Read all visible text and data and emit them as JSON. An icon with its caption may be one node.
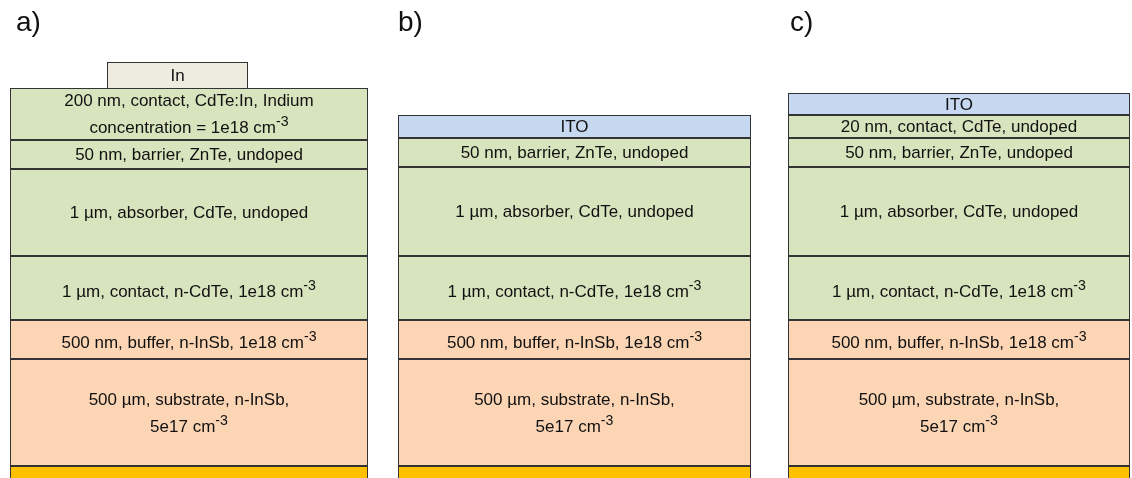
{
  "diagram": {
    "nodes": [
      {
        "text": [
          "In"
        ]
      },
      {
        "text": [
          "200 nm, contact, CdTe:In, Indium concentration = 1e18 cm$^{-3}$"
        ]
      },
      {
        "text": [
          "50 nm, barrier, ZnTe, undoped"
        ]
      },
      {
        "text": [
          "1 µm, absorber, CdTe, undoped"
        ]
      },
      {
        "text": [
          "1 µm, contact, n-CdTe, 1e18 cm$^{-3}$"
        ]
      },
      {
        "text": [
          "500 nm, buffer, n-InSb, 1e18 cm$^{-3}$"
        ]
      },
      {
        "text": [
          "500 µm, substrate, n-InSb, 5e17 cm$^{-3}$"
        ]
      },
      {
        "text": [],
        "shape": "bar"
      },
      {
        "text": [
          "ITO"
        ]
      },
      {
        "text": [
          "50 nm, barrier, ZnTe, undoped"
        ]
      },
      {
        "text": [
          "1 µm, absorber, CdTe, undoped"
        ]
      },
      {
        "text": [
          "1 µm, contact, n-CdTe, 1e18 cm$^{-3}$"
        ]
      },
      {
        "text": [
          "500 nm, buffer, n-InSb, 1e18 cm$^{-3}$"
        ]
      },
      {
        "text": [
          "500 µm, substrate, n-InSb, 5e17 cm$^{-3}$"
        ]
      },
      {
        "text": [],
        "shape": "bar"
      },
      {
        "text": [
          "ITO"
        ]
      },
      {
        "text": [
          "20 nm, contact, CdTe, undoped"
        ]
      },
      {
        "text": [
          "50 nm, barrier, ZnTe, undoped"
        ]
      },
      {
        "text": [
          "1 µm, absorber, CdTe, undoped"
        ]
      },
      {
        "text": [
          "1 µm, contact, n-CdTe, 1e18 cm$^{-3}$"
        ]
      },
      {
        "text": [
          "500 nm, buffer, n-InSb, 1e18 cm$^{-3}$"
        ]
      },
      {
        "text": [
          "500 µm, substrate, n-InSb, 5e17 cm$^{-3}$"
        ]
      },
      {
        "text": [],
        "shape": "bar"
      }
    ],
    "labels": [
      "a)",
      "b)",
      "c)"
    ]
  }
}
